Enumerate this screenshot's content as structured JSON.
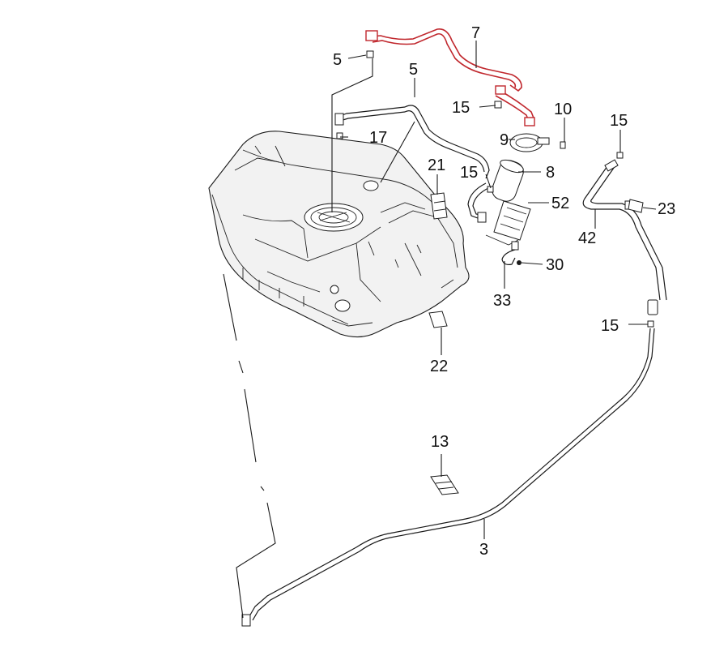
{
  "colors": {
    "highlight": "#c0272d",
    "line": "#1a1a1a",
    "background": "#ffffff"
  },
  "callouts": {
    "c7": "7",
    "c5a": "5",
    "c5b": "5",
    "c15a": "15",
    "c10": "10",
    "c15b": "15",
    "c9": "9",
    "c17": "17",
    "c21": "21",
    "c15c": "15",
    "c8": "8",
    "c52": "52",
    "c23": "23",
    "c42": "42",
    "c30": "30",
    "c33": "33",
    "c15d": "15",
    "c22": "22",
    "c13": "13",
    "c3": "3"
  }
}
